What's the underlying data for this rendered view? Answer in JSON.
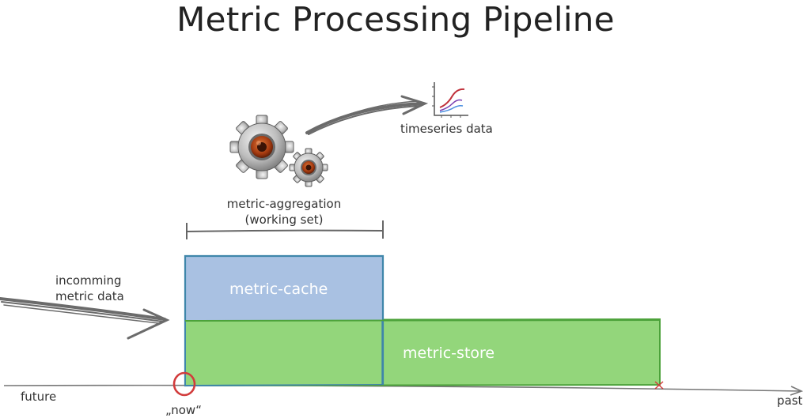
{
  "title": "Metric Processing Pipeline",
  "labels": {
    "timeseries": "timeseries data",
    "aggregation_line1": "metric-aggregation",
    "aggregation_line2": "(working set)",
    "incoming_line1": "incomming",
    "incoming_line2": "metric data",
    "cache": "metric-cache",
    "store": "metric-store",
    "future": "future",
    "now": "„now“",
    "past": "past"
  },
  "colors": {
    "cache_fill": "#a9c1e2",
    "cache_border": "#3f86aa",
    "store_fill": "#93d67b",
    "store_border": "#4ca23a",
    "arrow": "#6b6b6b",
    "now_marker": "#d23c3c"
  },
  "icons": {
    "gears": "gears-icon",
    "chart": "timeseries-chart-icon"
  }
}
